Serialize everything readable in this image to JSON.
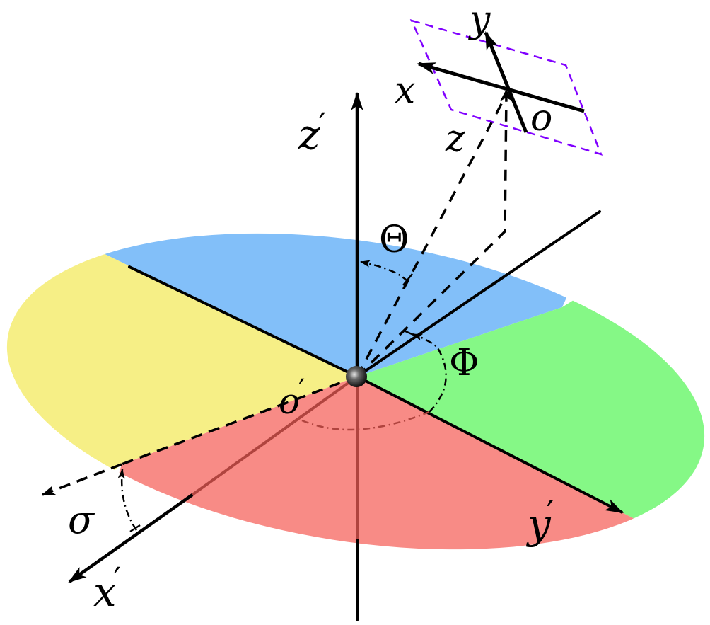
{
  "figure": {
    "type": "3D coordinate system diagram with tilted disk divided into four colored sectors",
    "colors": {
      "sector_top": "#82bff9",
      "sector_right": "#85f886",
      "sector_bottom": "#f88b86",
      "sector_left": "#f6ef86",
      "local_frame_outline": "#8000ff",
      "axis": "#000000",
      "hidden_axis": "#b0443f"
    },
    "labels": {
      "z_prime": "z",
      "x_prime": "x",
      "y_prime": "y",
      "origin_prime": "o",
      "prime_mark": "′",
      "local_x": "x",
      "local_y": "y",
      "local_z": "z",
      "local_origin": "o",
      "theta": "Θ",
      "phi": "Φ",
      "sigma": "σ"
    },
    "elements": {
      "global_frame": [
        "x′ axis",
        "y′ axis",
        "z′ axis",
        "origin o′"
      ],
      "local_frame": [
        "x axis",
        "y axis",
        "z (dashed) direction",
        "origin o",
        "dashed purple plane"
      ],
      "angles": [
        "Θ (polar angle from z′)",
        "Φ (azimuth in disk plane)",
        "σ (tilt angle at disk edge)"
      ]
    }
  }
}
